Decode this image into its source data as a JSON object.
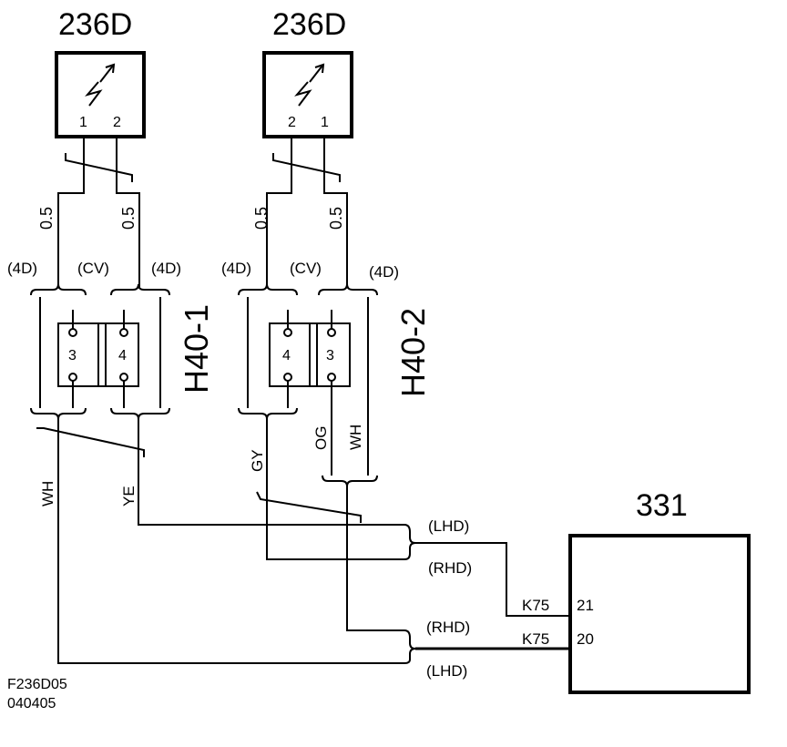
{
  "components": {
    "sensor_left": {
      "label": "236D",
      "pin_a": "1",
      "pin_b": "2"
    },
    "sensor_right": {
      "label": "236D",
      "pin_a": "2",
      "pin_b": "1"
    },
    "module": {
      "label": "331",
      "pin_top": "21",
      "pin_bottom": "20"
    }
  },
  "wires": {
    "gauges": [
      "0.5",
      "0.5",
      "0.5",
      "0.5"
    ],
    "colors": {
      "wh_left": "WH",
      "ye": "YE",
      "gy": "GY",
      "og": "OG",
      "wh_right": "WH"
    },
    "terminal_names": {
      "top": "K75",
      "bottom": "K75"
    }
  },
  "variants": {
    "l1": "(4D)",
    "l2": "(CV)",
    "l3": "(4D)",
    "r1": "(4D)",
    "r2": "(CV)",
    "r3": "(4D)",
    "top_lhd": "(LHD)",
    "top_rhd": "(RHD)",
    "bot_rhd": "(RHD)",
    "bot_lhd": "(LHD)"
  },
  "connectors": {
    "h40_1": {
      "label": "H40-1",
      "pin_left": "3",
      "pin_right": "4"
    },
    "h40_2": {
      "label": "H40-2",
      "pin_left": "4",
      "pin_right": "3"
    }
  },
  "figure_ref": {
    "code": "F236D05",
    "date": "040405"
  }
}
